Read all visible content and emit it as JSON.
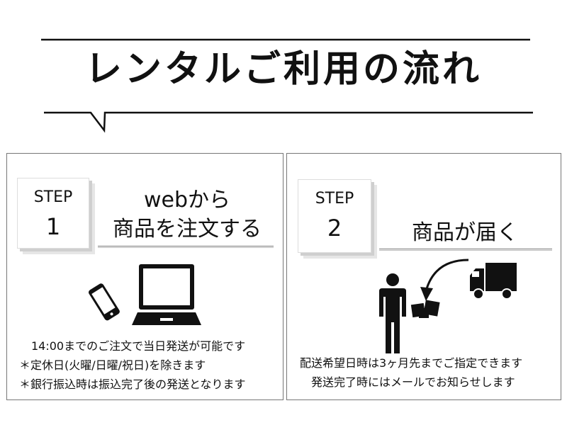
{
  "header": {
    "title": "レンタルご利用の流れ"
  },
  "steps": [
    {
      "label": "STEP",
      "number": "1",
      "heading_line1": "webから",
      "heading_line2": "商品を注文する",
      "icons": [
        "smartphone-icon",
        "laptop-icon"
      ],
      "notes": [
        "14:00までのご注文で当日発送が可能です",
        "＊定休日(火曜/日曜/祝日)を除きます",
        "＊銀行振込時は振込完了後の発送となります"
      ]
    },
    {
      "label": "STEP",
      "number": "2",
      "heading": "商品が届く",
      "icons": [
        "person-icon",
        "arrow-icon",
        "package-icon",
        "delivery-truck-icon"
      ],
      "notes": [
        "配送希望日時は3ヶ月先までご指定できます",
        "発送完了時にはメールでお知らせします"
      ]
    }
  ],
  "colors": {
    "ink": "#111111",
    "border": "#777777",
    "shadow": "#cfcfcf"
  }
}
